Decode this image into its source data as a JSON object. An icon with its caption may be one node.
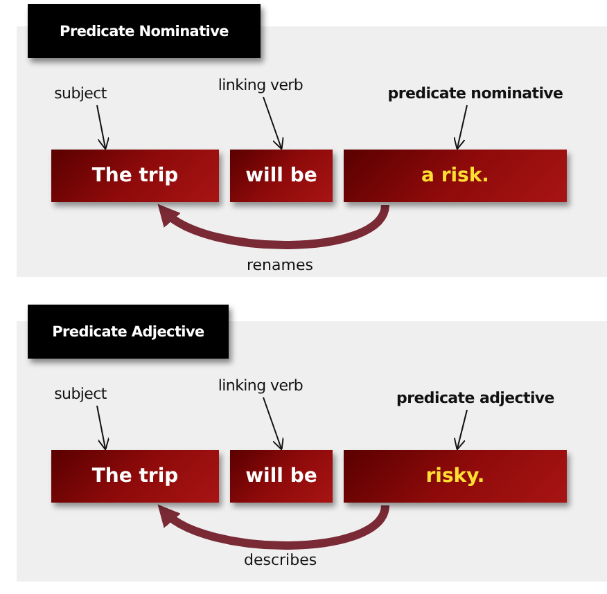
{
  "diagram": {
    "nodes": [
      {
        "text": [
          "Predicate Nominative"
        ]
      },
      {
        "text": [
          "subject"
        ]
      },
      {
        "text": [
          "linking verb"
        ]
      },
      {
        "text": [
          "predicate nominative"
        ]
      },
      {
        "text": [
          "The trip"
        ]
      },
      {
        "text": [
          "will be"
        ]
      },
      {
        "text": [
          "a risk."
        ]
      },
      {
        "text": [
          "Predicate Adjective"
        ]
      },
      {
        "text": [
          "subject"
        ]
      },
      {
        "text": [
          "linking verb"
        ]
      },
      {
        "text": [
          "predicate adjective"
        ]
      },
      {
        "text": [
          "The trip"
        ]
      },
      {
        "text": [
          "will be"
        ]
      },
      {
        "text": [
          "risky."
        ]
      }
    ],
    "edges": [
      {
        "from": 1,
        "to": 4,
        "arrow": "to"
      },
      {
        "from": 2,
        "to": 5,
        "arrow": "to"
      },
      {
        "from": 3,
        "to": 6,
        "arrow": "to"
      },
      {
        "from": 6,
        "to": 4,
        "arrow": "to",
        "label": "renames",
        "style": "thick",
        "color": "#7a2a35"
      },
      {
        "from": 8,
        "to": 11,
        "arrow": "to"
      },
      {
        "from": 9,
        "to": 12,
        "arrow": "to"
      },
      {
        "from": 10,
        "to": 13,
        "arrow": "to"
      },
      {
        "from": 13,
        "to": 11,
        "arrow": "to",
        "label": "describes",
        "style": "thick",
        "color": "#7a2a35"
      }
    ]
  }
}
